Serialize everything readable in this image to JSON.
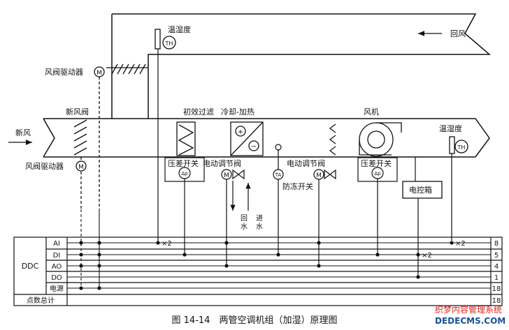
{
  "labels": {
    "return_air": "回风",
    "fresh_air": "新风",
    "temp_humidity_top": "温湿度",
    "temp_humidity_right": "温湿度",
    "damper_actuator_top": "风阀驱动器",
    "damper_actuator_bottom": "风阀驱动器",
    "fresh_air_damper": "新风阀",
    "primary_filter": "初效过滤",
    "cooling_heating": "冷却-加热",
    "fan": "风机",
    "dp_switch_1": "压差开关",
    "dp_switch_2": "压差开关",
    "electric_valve_1": "电动调节阀",
    "electric_valve_2": "电动调节阀",
    "antifreeze_switch": "防冻开关",
    "control_box": "电控箱",
    "return_water": "回水",
    "supply_water": "进水",
    "x2_a": "×2",
    "x2_b": "×2",
    "x2_c": "×2"
  },
  "symbols": {
    "TH": "TH",
    "M": "M",
    "TA": "TA",
    "dp": "Δp",
    "plus": "+",
    "minus": "−"
  },
  "table": {
    "ddc": "DDC",
    "rows": [
      {
        "label": "AI",
        "count": "8"
      },
      {
        "label": "DI",
        "count": "5"
      },
      {
        "label": "AO",
        "count": "4"
      },
      {
        "label": "DO",
        "count": "1"
      },
      {
        "label": "电源",
        "count": "18"
      }
    ],
    "total_label": "点数总计",
    "total_count": "18"
  },
  "caption": "图 14-14　两管空调机组（加湿）原理图",
  "watermark": {
    "line1": "织梦内容管理系统",
    "line2": "DEDECMS.COM"
  }
}
